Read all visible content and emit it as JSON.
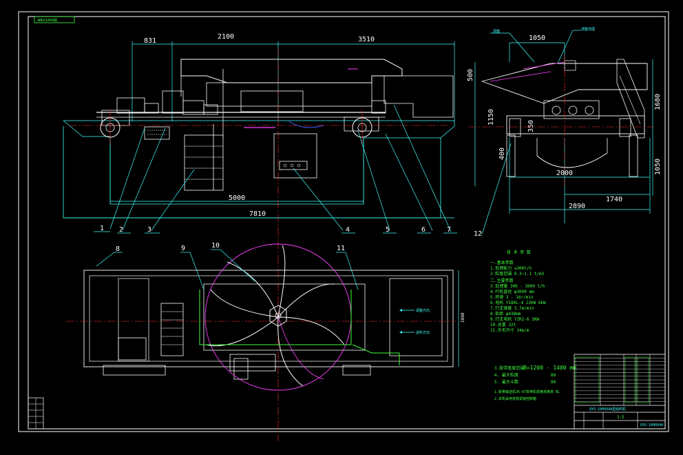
{
  "title_corner": "AHDZ1000版",
  "dimensions": {
    "front_top": [
      "831",
      "2100",
      "3510"
    ],
    "front_bottom_inner": "5000",
    "front_bottom_outer": "7810",
    "side_top": "1050",
    "side_left": [
      "500",
      "1150",
      "400"
    ],
    "side_mid": "350",
    "side_right": [
      "1680",
      "1050"
    ],
    "side_bottom": [
      "2000",
      "1740",
      "2890"
    ],
    "plan_right": "2890"
  },
  "part_labels": [
    "1",
    "2",
    "3",
    "4",
    "5",
    "6",
    "7",
    "8",
    "9",
    "10",
    "11",
    "12"
  ],
  "callouts": {
    "side_top_left": "调整",
    "side_top_right": "调整范围",
    "plan_arrow_1": "调整方向",
    "plan_arrow_2": "进料方向"
  },
  "tech_spec": {
    "heading": "技 术 参 数",
    "lines": [
      "一.基本参数",
      "1.处理能力        ≤300t/h",
      "2.粒度范围        0.3~1.1   t/m3",
      "二.主要参数",
      "3.处理量          300 - 3000 t/h",
      "4.叶轮直径        φ3000 mm",
      "5.转速            3 - 16r/min",
      "6.电机            Y180L-4 22KW   6kW",
      "7.行走速度        3.7m/min",
      "8.轨距            φ438mm",
      "9.行走电机        YZR2-6    3KW",
      "10.总重           32t",
      "11.外形尺寸       24m/m"
    ]
  },
  "notes": {
    "line1_label": "3.胶带宽度范围",
    "line1_value": "B=1200 - 1400 mm",
    "line2_label": "4.  最大粒度",
    "line2_value": "80",
    "line3_label": "5.  最大斗数",
    "line3_value": "80",
    "line4": "1.胶带输送机JK-87皮带机规格规格表 BL",
    "line5": "2.本机采用变频调速控制箱"
  },
  "title_block": {
    "model": "QYG-1000X4A型给料机",
    "scale": "1:5",
    "drawing_no": "QYG-1000X4A",
    "table_rows": 14
  }
}
